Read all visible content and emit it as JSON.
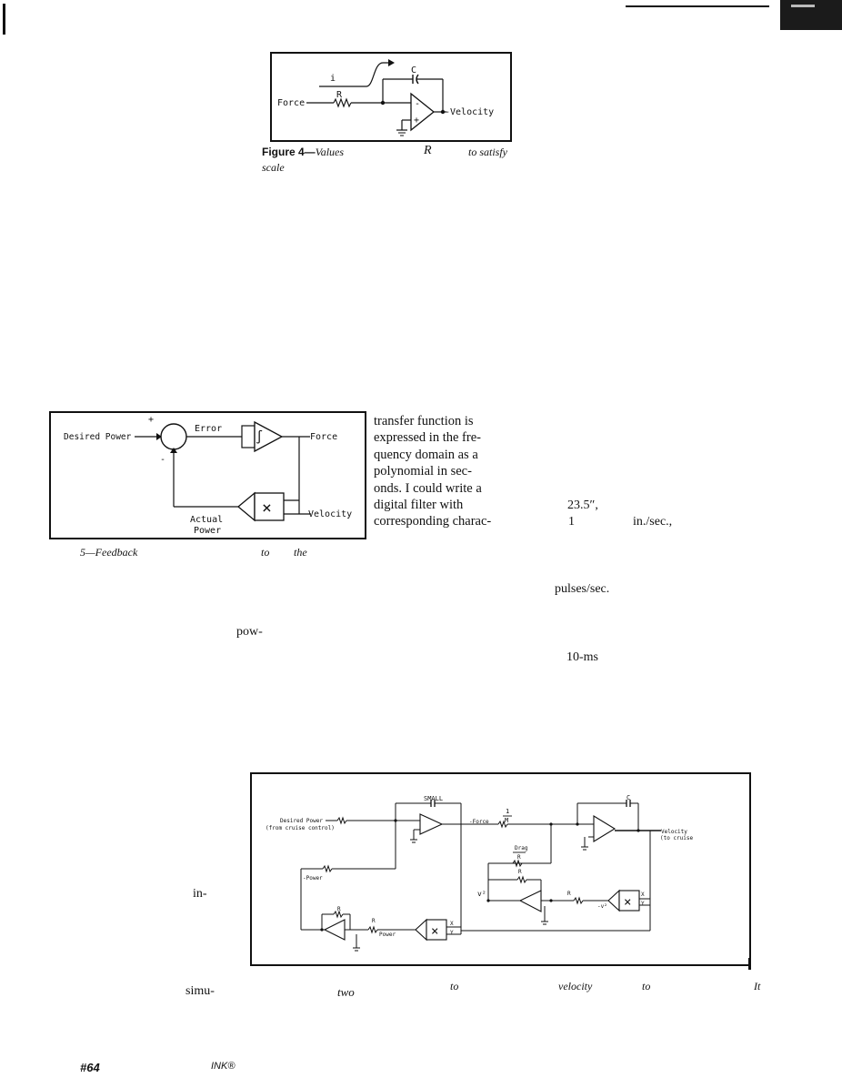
{
  "figure4": {
    "labels": {
      "current": "i",
      "capacitor": "C",
      "resistor": "R",
      "input": "Force",
      "output": "-Velocity",
      "minus": "-",
      "plus": "+"
    },
    "caption": {
      "line1_a": "Figure 4—",
      "line1_b": "Values",
      "line1_c": "R",
      "line1_d": "to satisfy",
      "line2": "scale"
    }
  },
  "figure5": {
    "labels": {
      "plus": "+",
      "minus": "-",
      "input": "Desired Power",
      "error": "Error",
      "integral": "∫",
      "force": "Force",
      "multiply": "×",
      "velocity": "Velocity",
      "actual_1": "Actual",
      "actual_2": "Power"
    },
    "caption": {
      "a": "5—Feedback",
      "b": "to",
      "c": "the"
    }
  },
  "body": {
    "col_lines": [
      "transfer function is",
      "expressed in the fre-",
      "quency domain as a",
      "polynomial in sec-",
      "onds. I could write a",
      "digital filter with",
      "corresponding charac-"
    ],
    "frag_23_5": "23.5″,",
    "frag_1": "1",
    "frag_in_sec": "in./sec.,",
    "frag_pulses": "pulses/sec.",
    "frag_pow": "pow-",
    "frag_10ms": "10-ms",
    "frag_in": "in-",
    "frag_simu": "simu-",
    "frag_two": "two"
  },
  "figure6": {
    "labels": {
      "small": "SMALL",
      "c": "C",
      "one": "1",
      "m": "M",
      "input_1": "Desired Power",
      "input_2": "(from cruise control)",
      "force": "-Force",
      "velocity_1": "Velocity",
      "velocity_2": "(to cruise",
      "drag": "Drag",
      "r": "R",
      "neg_power": "-Power",
      "v2": "v²",
      "neg_v2": "-v²",
      "power": "Power",
      "x": "X",
      "y": "Y",
      "multiply": "×"
    },
    "caption": {
      "a": "to",
      "b": "velocity",
      "c": "to",
      "d": "It"
    }
  },
  "footer": {
    "issue": "#64",
    "mag": "INK®"
  }
}
